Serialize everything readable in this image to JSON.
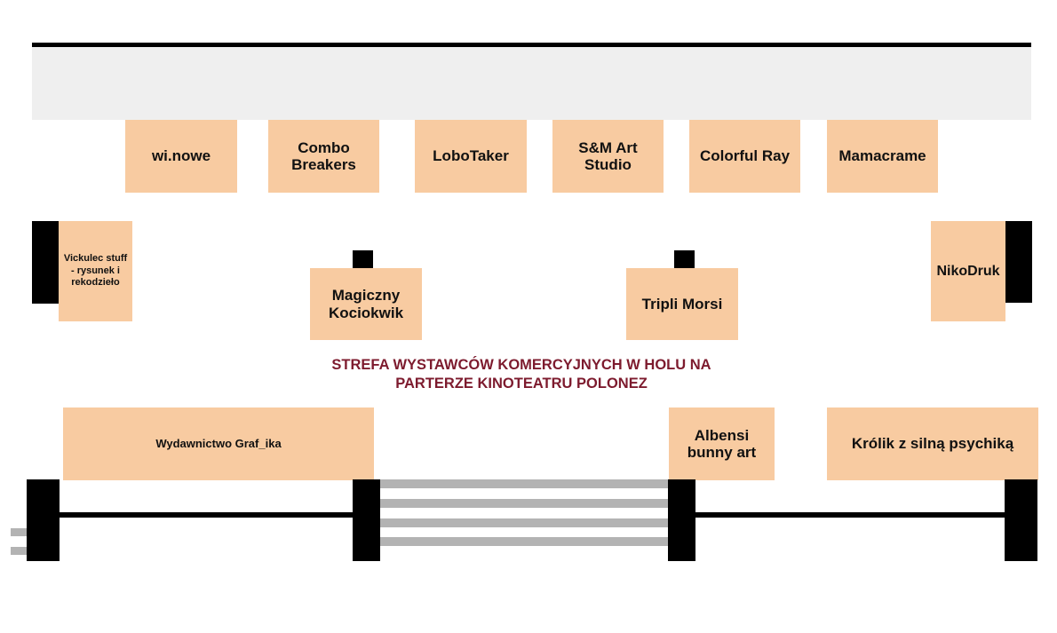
{
  "zone_title": "STREFA WYSTAWCÓW KOMERCYJNYCH W HOLU NA\nPARTERZE KINOTEATRU POLONEZ",
  "booths": {
    "wi_nowe": "wi.nowe",
    "combo_breakers": "Combo\nBreakers",
    "lobotaker": "LoboTaker",
    "sm_art_studio": "S&M Art\nStudio",
    "colorful_ray": "Colorful Ray",
    "mamacrame": "Mamacrame",
    "vickulec": "Vickulec stuff\n - rysunek i\nrekodzieło",
    "nikodruk": "NikoDruk",
    "magiczny_kociokwik": "Magiczny\nKociokwik",
    "tripli_morsi": "Tripli Morsi",
    "wydawnictwo_graf_ika": "Wydawnictwo Graf_ika",
    "albensi": "Albensi\nbunny art",
    "krolik": "Królik z silną psychiką"
  },
  "colors": {
    "booth_fill": "#f8cba1",
    "wall": "#000000",
    "stage_fill": "#efefef",
    "stairs": "#b3b3b3",
    "title": "#7d1b2e"
  }
}
